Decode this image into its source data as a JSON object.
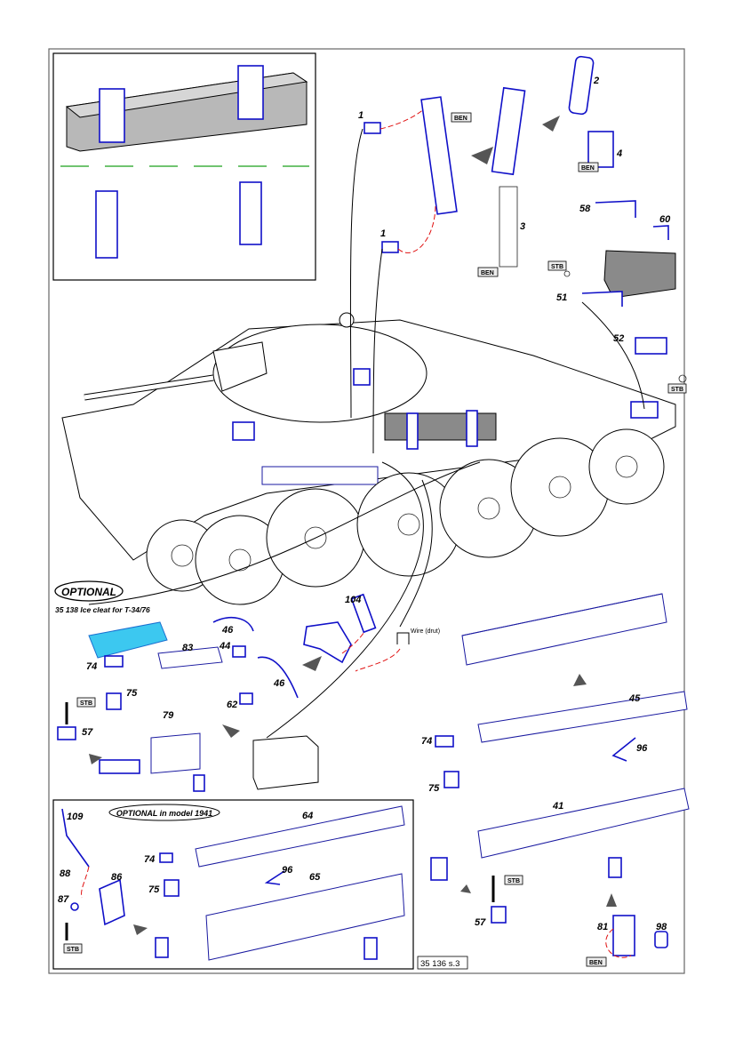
{
  "sheet": {
    "page_code": "35 136 s.3"
  },
  "optional_section": {
    "label": "OPTIONAL",
    "caption": "35 138 Ice cleat for T-34/76"
  },
  "optional_1941": {
    "label": "OPTIONAL in model 1941"
  },
  "wire_note": "Wire (drut)",
  "badges": {
    "ben": "BEN",
    "stb": "STB"
  },
  "parts": {
    "p1a": "1",
    "p1b": "1",
    "p2": "2",
    "p3": "3",
    "p4": "4",
    "p58": "58",
    "p60": "60",
    "p51": "51",
    "p52": "52",
    "p104": "104",
    "p46a": "46",
    "p44": "44",
    "p46b": "46",
    "p62": "62",
    "p83": "83",
    "p74a": "74",
    "p75a": "75",
    "p57a": "57",
    "p79": "79",
    "p45": "45",
    "p96a": "96",
    "p74b": "74",
    "p75b": "75",
    "p41": "41",
    "p57b": "57",
    "p81": "81",
    "p98": "98",
    "p109": "109",
    "p88": "88",
    "p86": "86",
    "p87": "87",
    "p64": "64",
    "p74c": "74",
    "p96b": "96",
    "p75c": "75",
    "p65": "65"
  },
  "colors": {
    "part_blue": "#1010c8",
    "arrow_red": "#e01010",
    "ice_cleat": "#3cc8f0",
    "guide_green": "#1aa01a",
    "storage_box_grey": "#8a8a8a"
  }
}
